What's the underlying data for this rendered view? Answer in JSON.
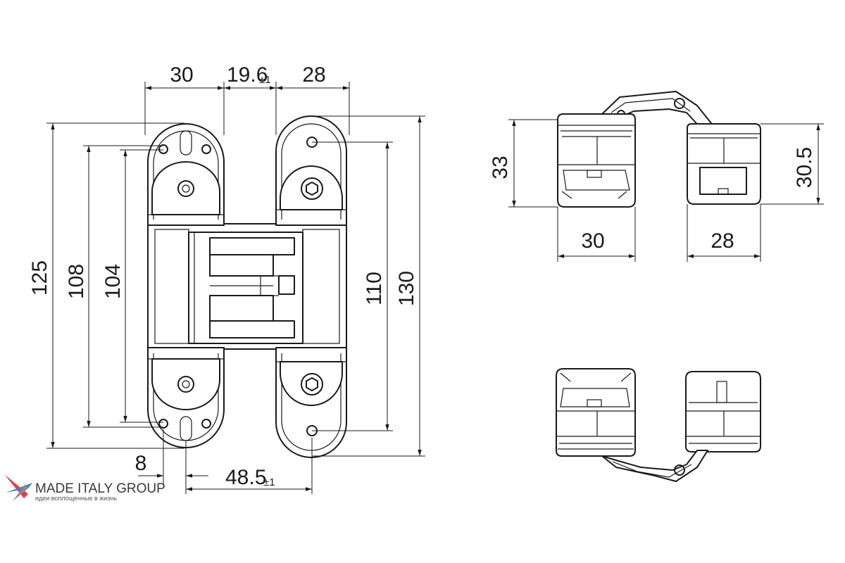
{
  "dimensions": {
    "front_width_left": "30",
    "front_gap": "19.6",
    "front_gap_tol": "±1",
    "front_width_right": "28",
    "height_125": "125",
    "height_108": "108",
    "height_104": "104",
    "height_110": "110",
    "height_130": "130",
    "offset_8": "8",
    "spacing": "48.5",
    "spacing_tol": "±1",
    "top_view_left_height": "33",
    "top_view_left_width": "30",
    "top_view_right_height": "30.5",
    "top_view_right_width": "28"
  },
  "logo": {
    "name": "MADE ITALY GROUP",
    "tagline": "идеи воплощенные в жизнь",
    "colors": [
      "#e63946",
      "#3a86c8",
      "#8a8a8a"
    ]
  }
}
